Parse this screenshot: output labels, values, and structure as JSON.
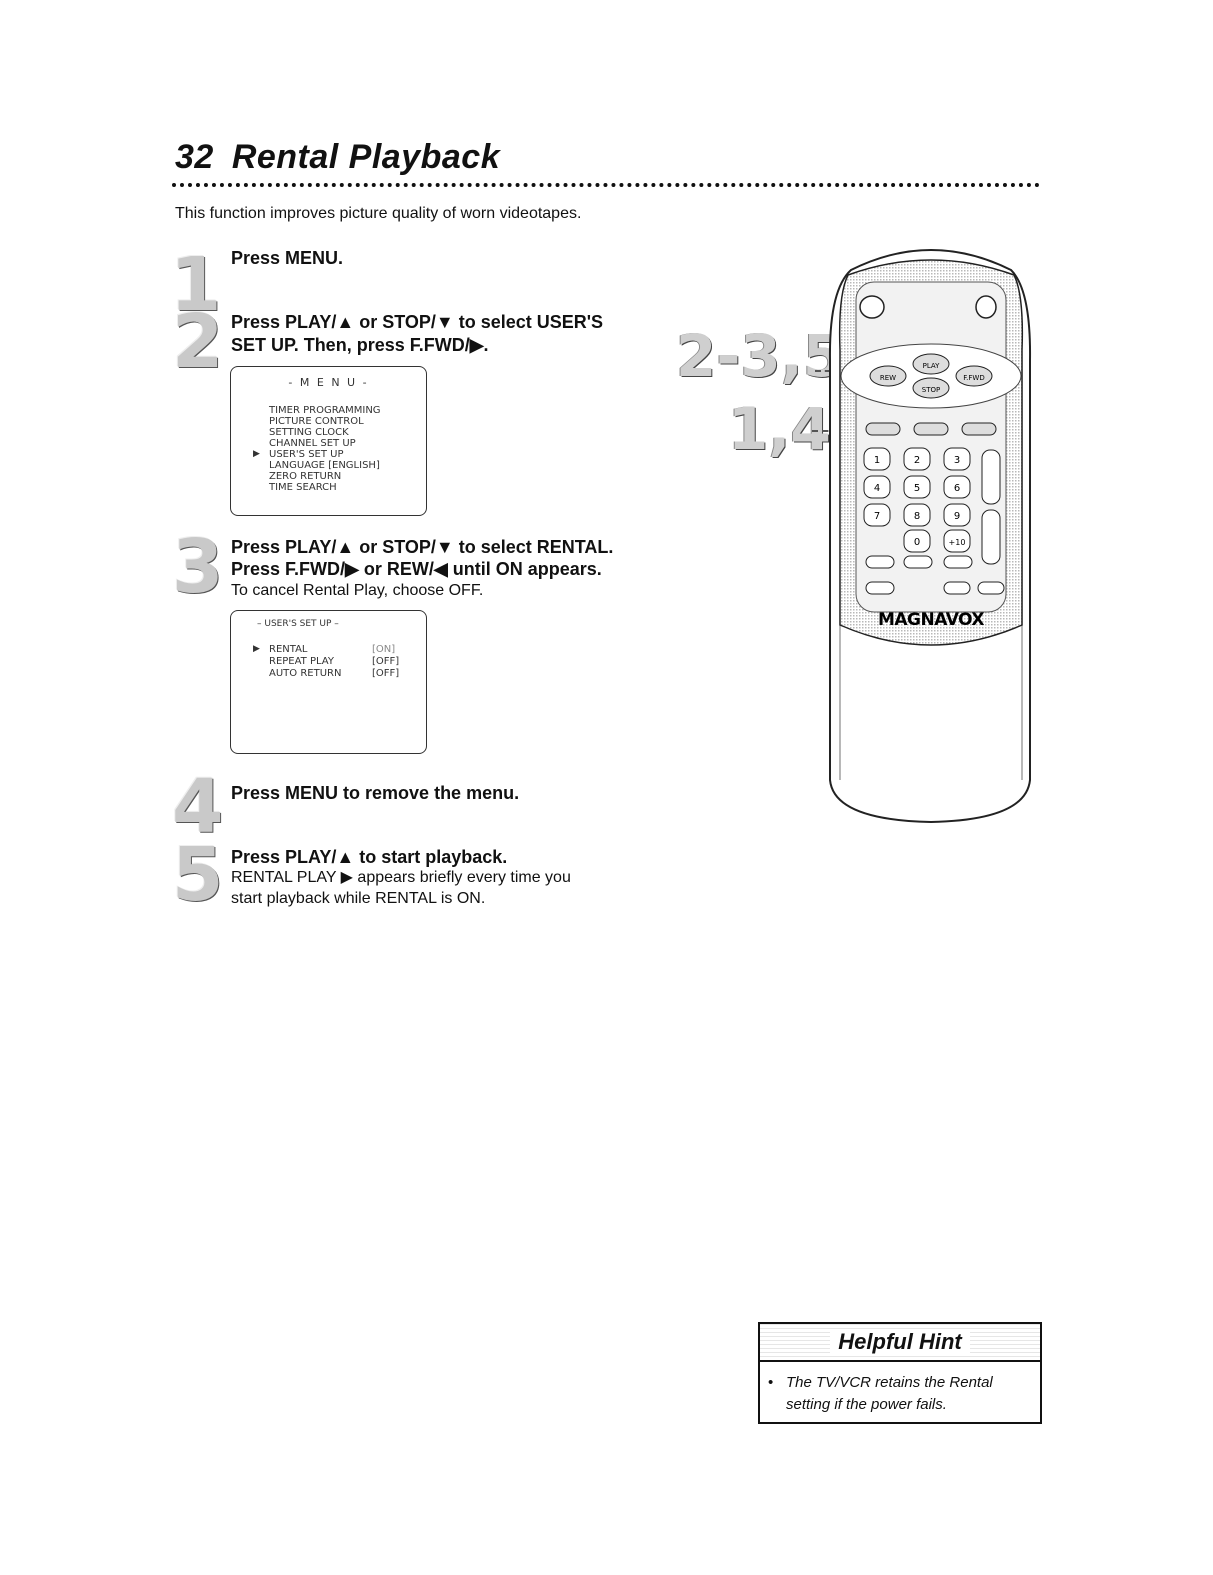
{
  "header": {
    "page_number": "32",
    "title": "Rental Playback"
  },
  "intro": "This function improves picture quality of worn videotapes.",
  "steps": [
    {
      "number": "1",
      "main": [
        "Press MENU."
      ],
      "sub": []
    },
    {
      "number": "2",
      "main": [
        "Press PLAY/▲ or STOP/▼ to select USER'S",
        "SET UP. Then, press F.FWD/▶."
      ],
      "sub": []
    },
    {
      "number": "3",
      "main": [
        "Press PLAY/▲ or STOP/▼ to select RENTAL.",
        "Press F.FWD/▶ or REW/◀ until ON appears."
      ],
      "sub": [
        "To cancel Rental Play, choose OFF."
      ]
    },
    {
      "number": "4",
      "main": [
        "Press MENU to remove the menu."
      ],
      "sub": []
    },
    {
      "number": "5",
      "main": [
        "Press PLAY/▲ to start playback."
      ],
      "sub": [
        "RENTAL PLAY ▶ appears briefly every time you",
        "start playback while RENTAL is ON."
      ]
    }
  ],
  "menu_screen": {
    "title": "- M E N U -",
    "pointer": "▶",
    "items": [
      "TIMER PROGRAMMING",
      "PICTURE CONTROL",
      "SETTING CLOCK",
      "CHANNEL SET UP",
      "USER'S SET UP",
      "LANGUAGE [ENGLISH]",
      "ZERO RETURN",
      "TIME SEARCH"
    ],
    "selected_index": 4
  },
  "users_setup_screen": {
    "title": "– USER'S SET UP –",
    "pointer": "▶",
    "items": [
      {
        "label": "RENTAL",
        "value": "[ON]"
      },
      {
        "label": "REPEAT PLAY",
        "value": "[OFF]"
      },
      {
        "label": "AUTO RETURN",
        "value": "[OFF]"
      }
    ],
    "selected_index": 0
  },
  "remote": {
    "callout_top": "2-3,5",
    "callout_bottom": "1,4",
    "brand": "MAGNAVOX",
    "nav_buttons": {
      "up": "PLAY",
      "left": "REW",
      "right": "F.FWD",
      "down": "STOP"
    },
    "digits": [
      "1",
      "2",
      "3",
      "4",
      "5",
      "6",
      "7",
      "8",
      "9",
      "0",
      "+10"
    ]
  },
  "hint": {
    "title": "Helpful Hint",
    "lines": [
      "The TV/VCR retains the Rental",
      "setting if the power fails."
    ]
  }
}
